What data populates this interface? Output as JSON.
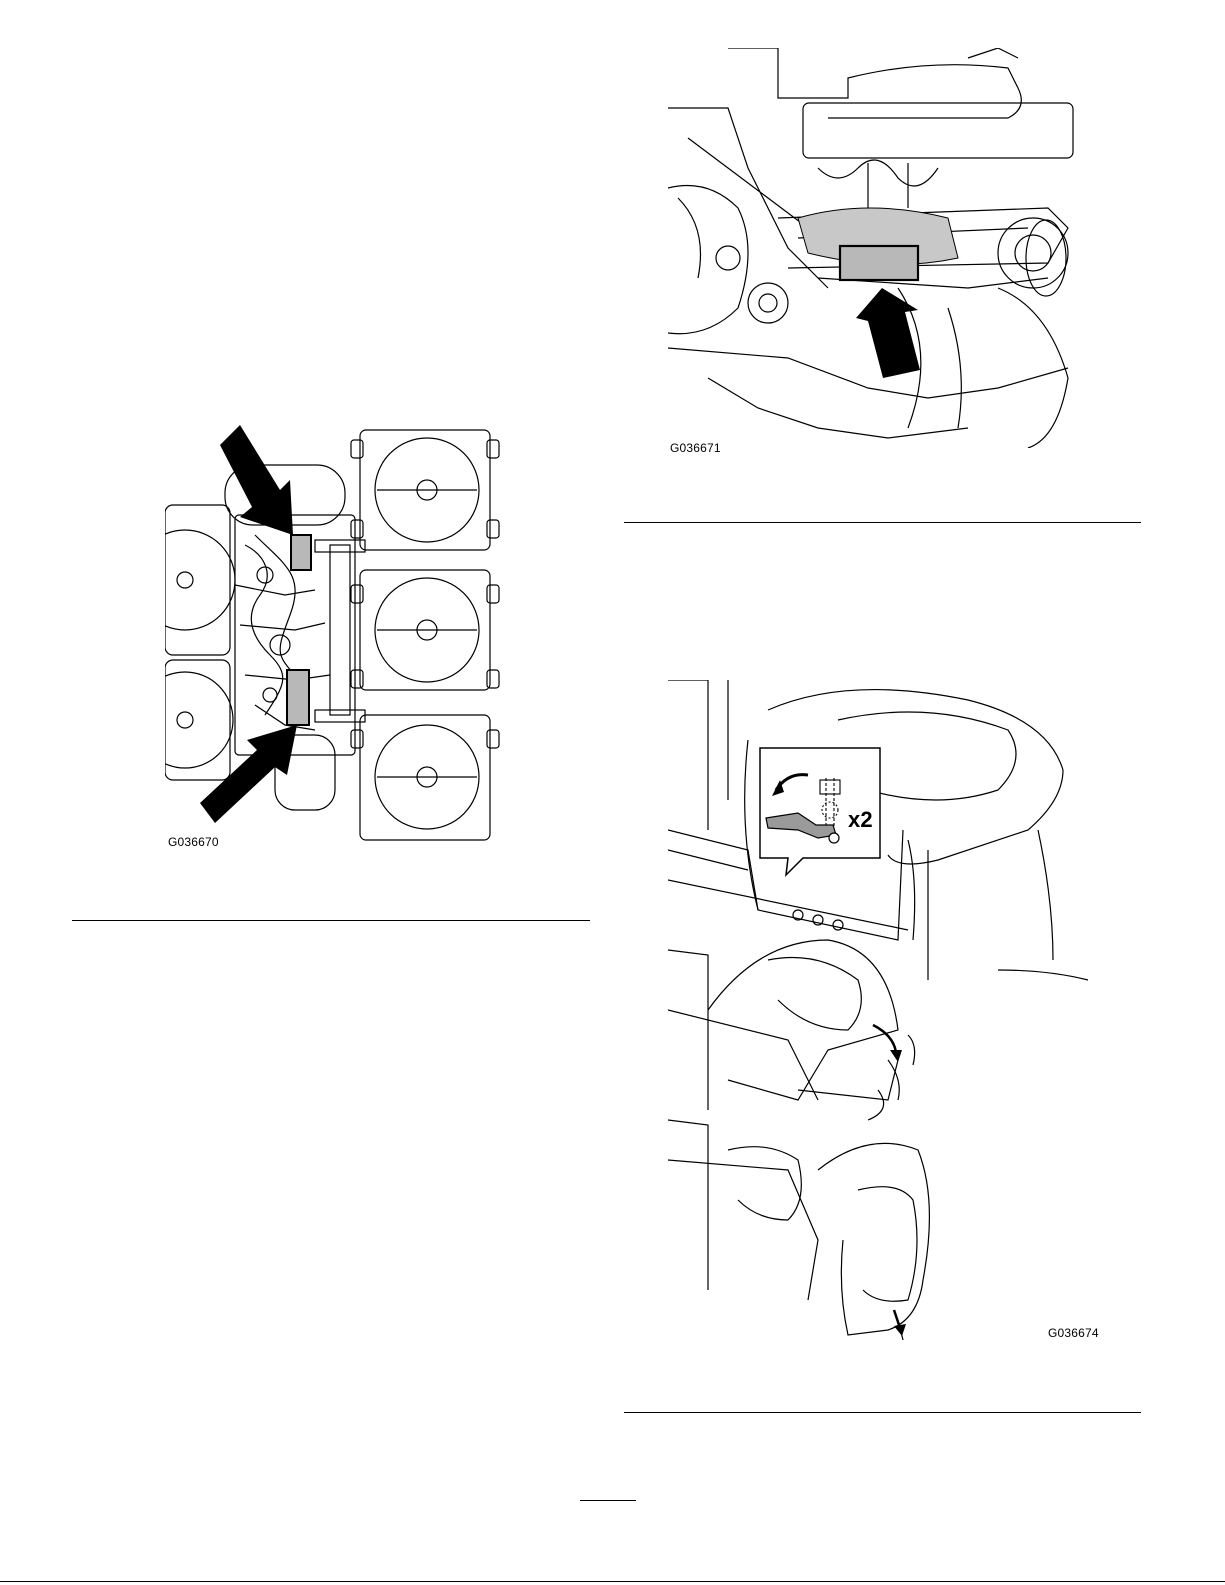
{
  "figures": [
    {
      "id": "fig-left",
      "label": "G036670"
    },
    {
      "id": "fig-top-right",
      "label": "G036671"
    },
    {
      "id": "fig-bottom-right",
      "label": "G036674",
      "callout_text": "x2"
    }
  ],
  "colors": {
    "line": "#000000",
    "highlight": "#b8b8b8",
    "background": "#ffffff"
  }
}
